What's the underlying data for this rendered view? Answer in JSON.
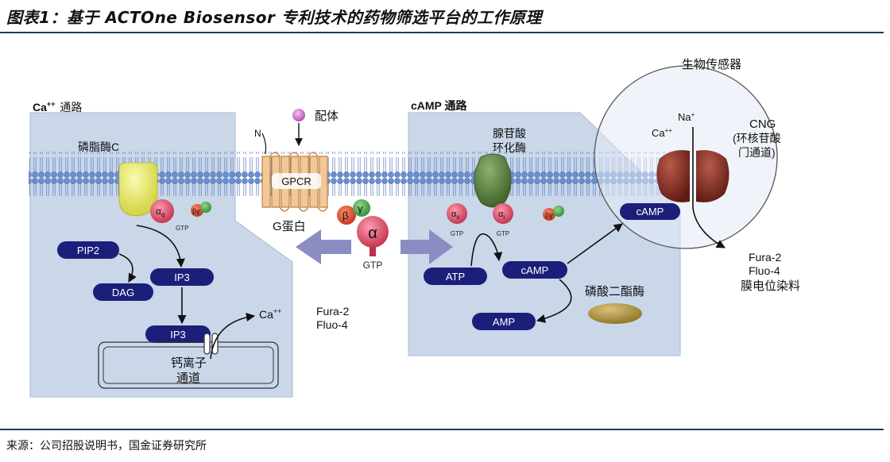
{
  "title": "图表1：基于 ACTOne Biosensor 专利技术的药物筛选平台的工作原理",
  "source": "来源：公司招股说明书，国金证券研究所",
  "diagram": {
    "ca_pathway": {
      "title_main": "Ca",
      "title_sup": "++",
      "title_rest": "通路",
      "plc": "磷脂酶C",
      "alpha_q": "α",
      "alpha_q_sub": "q",
      "beta_gamma": "βγ",
      "gtp_small": "GTP",
      "pip2": "PIP2",
      "dag": "DAG",
      "ip3_a": "IP3",
      "ip3_b": "IP3",
      "ca_ion": "Ca",
      "ca_ion_sup": "++",
      "channel_label_1": "钙离子",
      "channel_label_2": "通道",
      "dyes_1": "Fura-2",
      "dyes_2": "Fluo-4"
    },
    "gpcr": {
      "ligand": "配体",
      "n_term": "N",
      "receptor": "GPCR",
      "g_protein": "G蛋白",
      "beta": "β",
      "gamma": "γ",
      "alpha": "α",
      "gtp": "GTP"
    },
    "camp_pathway": {
      "title": "cAMP 通路",
      "ac_1": "腺苷酸",
      "ac_2": "环化酶",
      "alpha_s": "α",
      "alpha_s_sub": "s",
      "alpha_i": "α",
      "alpha_i_sub": "i",
      "gtp_s": "GTP",
      "gtp_i": "GTP",
      "beta_gamma": "βγ",
      "atp": "ATP",
      "camp": "cAMP",
      "pde": "磷酸二酯酶",
      "amp": "AMP"
    },
    "biosensor": {
      "title": "生物传感器",
      "na": "Na",
      "na_sup": "+",
      "ca": "Ca",
      "ca_sup": "++",
      "cng_1": "CNG",
      "cng_2": "(环核苷酸",
      "cng_3": "门通道)",
      "camp": "cAMP",
      "dyes_1": "Fura-2",
      "dyes_2": "Fluo-4",
      "dyes_3": "膜电位染料"
    }
  },
  "colors": {
    "rule": "#1f3a63",
    "cell": "#c9d7e9",
    "navy_pill": "#1c1f7a",
    "arrow": "#8a8cc2",
    "phospholipid": "#6a8fd0"
  }
}
